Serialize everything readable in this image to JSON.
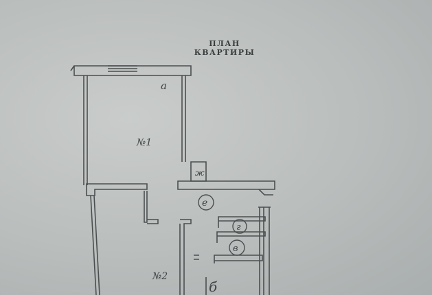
{
  "title": "ПЛАН КВАРТИРЫ",
  "rooms": [
    {
      "id": "room-1",
      "label": "№1"
    },
    {
      "id": "room-2",
      "label": "№2"
    }
  ],
  "marks": {
    "a": "а",
    "b": "б",
    "v": "в",
    "g": "г",
    "e": "е",
    "zh": "ж"
  },
  "colors": {
    "ink": "#4b4f50",
    "paper": "#bfc2c1"
  }
}
